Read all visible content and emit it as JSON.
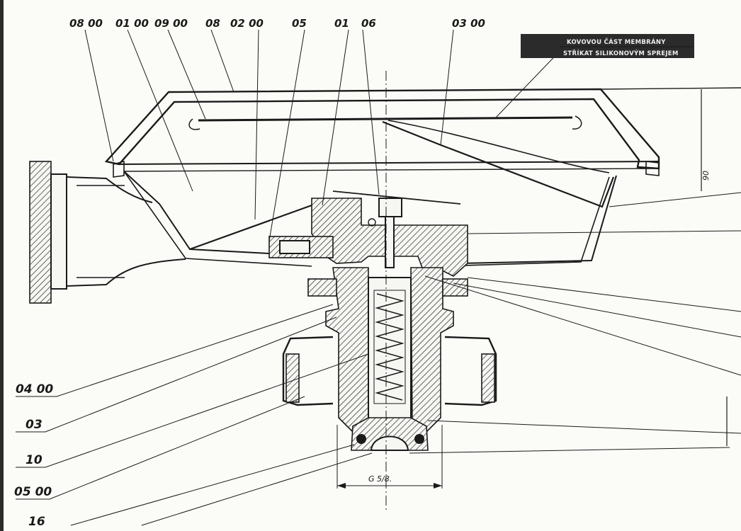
{
  "title": "",
  "part_labels": {
    "top": [
      "08 00",
      "01 00",
      "09 00",
      "08",
      "02 00",
      "05",
      "01",
      "06",
      "03 00"
    ],
    "bottom_left": [
      "04 00",
      "03",
      "10",
      "05 00",
      "16"
    ]
  },
  "note_box": {
    "line1": "KOVOVOU ČÁST MEMBRÁNY",
    "line2": "STŘÍKAT SILIKONOVÝM SPREJEM"
  },
  "dimensions": {
    "height_mark": "90",
    "thread_label": "G 5/8."
  },
  "colors": {
    "paper": "#fbfbf8",
    "ink": "#1a1a1a",
    "note_box": "#2b2b2b"
  }
}
